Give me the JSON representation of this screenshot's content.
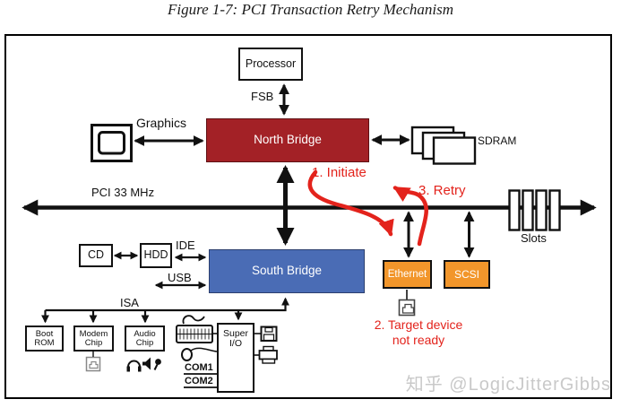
{
  "title": "Figure 1-7: PCI Transaction Retry Mechanism",
  "watermark": "知乎 @LogicJitterGibbs",
  "colors": {
    "north_bridge": "#a32126",
    "south_bridge": "#4a6cb5",
    "device_orange": "#f2962b",
    "annotation_red": "#e3231c"
  },
  "nodes": {
    "processor": "Processor",
    "north_bridge": "North Bridge",
    "south_bridge": "South Bridge",
    "graphics": "Graphics",
    "sdram": "SDRAM",
    "slots": "Slots",
    "cd": "CD",
    "hdd": "HDD",
    "ethernet": "Ethernet",
    "scsi": "SCSI",
    "boot_rom": [
      "Boot",
      "ROM"
    ],
    "modem_chip": [
      "Modem",
      "Chip"
    ],
    "audio_chip": [
      "Audio",
      "Chip"
    ],
    "super_io": [
      "Super",
      "I/O"
    ]
  },
  "bus_labels": {
    "fsb": "FSB",
    "pci": "PCI 33 MHz",
    "ide": "IDE",
    "usb": "USB",
    "isa": "ISA",
    "com1": "COM1",
    "com2": "COM2"
  },
  "annotations": {
    "initiate": "1. Initiate",
    "retry": "3. Retry",
    "target_device_line1": "2. Target device",
    "target_device_line2": "not ready"
  },
  "icons": {
    "monitor": "display-icon",
    "sdram_stack": "memory-modules-icon",
    "pci_slots": "expansion-slots-icon",
    "keyboard": "keyboard-icon",
    "mouse": "mouse-icon",
    "floppy": "floppy-icon",
    "printer": "printer-icon",
    "phone_jack": "phone-jack-icon",
    "headphones": "headphones-icon",
    "speaker": "speaker-icon",
    "microphone": "microphone-icon",
    "ethernet_port": "ethernet-port-icon"
  }
}
